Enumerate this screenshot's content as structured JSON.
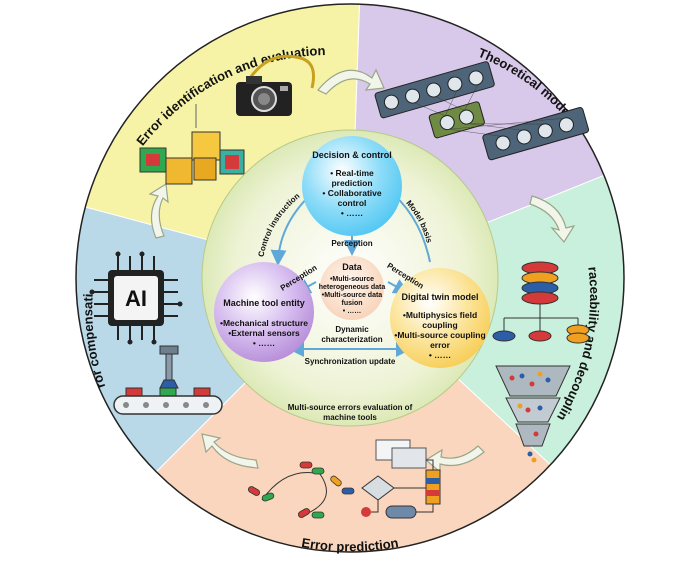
{
  "sectors": [
    {
      "label": "Error identification and evaluation",
      "color": "#f7f3a6"
    },
    {
      "label": "Theoretical modeling",
      "color": "#d8c8ea"
    },
    {
      "label": "Traceability and decoupling",
      "color": "#c9f0dc"
    },
    {
      "label": "Error prediction",
      "color": "#f9d6bd"
    },
    {
      "label": "Error compensation",
      "color": "#b9d8e8"
    }
  ],
  "core": {
    "decision": {
      "title": "Decision & control",
      "items": [
        "• Real-time",
        "prediction",
        "• Collaborative",
        "control",
        "• ……"
      ],
      "color": "#4fc6f2"
    },
    "machine": {
      "title": "Machine tool entity",
      "items": [
        "•Mechanical structure",
        "•External sensors",
        "• ……"
      ],
      "color": "#b58bd8"
    },
    "twin": {
      "title": "Digital twin model",
      "items": [
        "•Multiphysics field",
        "coupling",
        "•Multi-source coupling",
        "error",
        "• ……"
      ],
      "color": "#f7cc52"
    },
    "data": {
      "title": "Data",
      "items": [
        "•Multi-source",
        "heterogeneous data",
        "•Multi-source data",
        "fusion",
        "• ……"
      ],
      "color": "#f6cfb2"
    }
  },
  "ring_labels": {
    "control_instruction": "Control instruction",
    "model_basis": "Model basis",
    "perception_top": "Perception",
    "perception_left": "Perception",
    "perception_right": "Perception",
    "dynamic": [
      "Dynamic",
      "characterization"
    ],
    "sync": "Synchronization update"
  },
  "caption": [
    "Multi-source errors evaluation of",
    "machine tools"
  ],
  "icons": {
    "camera": "camera-icon",
    "cubes": "cube-assembly-icon",
    "network": "neural-network-icon",
    "database": "database-stack-icon",
    "funnel": "funnel-icon",
    "flow": "flowchart-icon",
    "molecules": "molecule-icon",
    "chip": "ai-chip-icon",
    "conveyor": "conveyor-icon",
    "chip_text": "AI"
  }
}
